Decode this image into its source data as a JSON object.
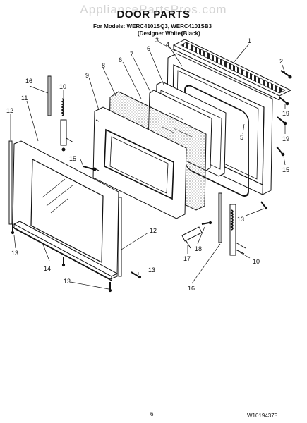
{
  "watermark": "AppliancePartsPros.com",
  "title": "DOOR PARTS",
  "models": "For Models: WERC4101SQ3, WERC4101SB3",
  "variant_white": "(Designer White)",
  "variant_black": "(Black)",
  "page_number": "6",
  "doc_code": "W10194375",
  "callouts": {
    "c1": "1",
    "c2": "2",
    "c3": "3",
    "c4": "4",
    "c5": "5",
    "c6a": "6",
    "c6b": "6",
    "c7": "7",
    "c8": "8",
    "c9": "9",
    "c10a": "10",
    "c10b": "10",
    "c11": "11",
    "c12a": "12",
    "c12b": "12",
    "c13a": "13",
    "c13b": "13",
    "c13c": "13",
    "c13d": "13",
    "c14": "14",
    "c15a": "15",
    "c15b": "15",
    "c16a": "16",
    "c16b": "16",
    "c17": "17",
    "c18": "18",
    "c19a": "19",
    "c19b": "19"
  }
}
